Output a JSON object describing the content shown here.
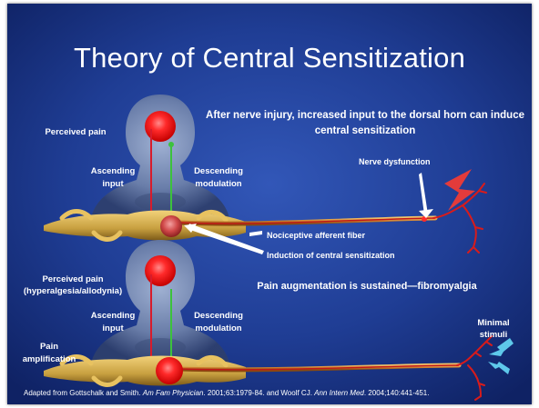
{
  "slide": {
    "title": "Theory of Central Sensitization",
    "header": "After nerve injury, increased input to the dorsal horn can induce central sensitization",
    "labels_top": {
      "perceived_pain": "Perceived pain",
      "ascending": "Ascending input",
      "descending": "Descending modulation",
      "nerve_dysfunction": "Nerve dysfunction",
      "nociceptive_fiber": "Nociceptive afferent fiber",
      "induction": "Induction of central sensitization"
    },
    "augmentation": "Pain augmentation is sustained—fibromyalgia",
    "labels_bottom": {
      "perceived_pain": "Perceived pain (hyperalgesia/allodynia)",
      "ascending": "Ascending input",
      "descending": "Descending modulation",
      "pain_amplification": "Pain amplification",
      "minimal_stimuli": "Minimal stimuli"
    },
    "citation": {
      "part1": "Adapted from Gottschalk and Smith. ",
      "journal1": "Am Fam Physician",
      "part2": ". 2001;63:1979-84. and  Woolf CJ. ",
      "journal2": "Ann Intern Med",
      "part3": ". 2004;140:441-451."
    }
  },
  "colors": {
    "background": "#1e3a8c",
    "pain_red": "#e01818",
    "ascending_line": "#d81b2b",
    "descending_line": "#3cc23c",
    "nerve_fiber": "#c87a28",
    "spinal_cord": "#c8a040",
    "arrow_cyan": "#5ec8ea"
  }
}
